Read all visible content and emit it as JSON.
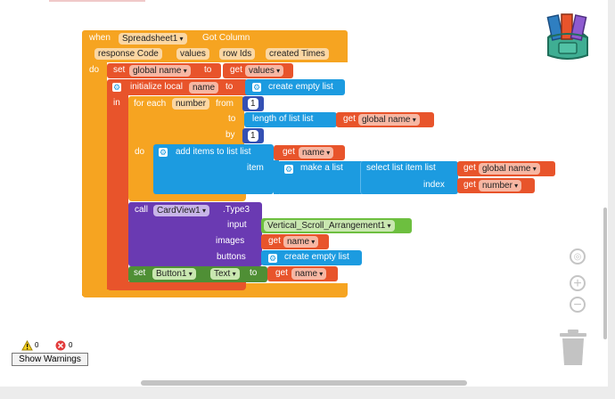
{
  "event": {
    "when": "when",
    "component": "Spreadsheet1",
    "event": "Got Column",
    "params": [
      "response Code",
      "values",
      "row Ids",
      "created Times"
    ],
    "do": "do"
  },
  "set1": {
    "set": "set",
    "var": "global name",
    "to": "to",
    "get": "get",
    "value": "values"
  },
  "local": {
    "init": "initialize local",
    "name": "name",
    "to": "to",
    "create": "create empty list",
    "in": "in"
  },
  "foreach": {
    "label": "for each",
    "var": "number",
    "from": "from",
    "from_val": "1",
    "to": "to",
    "length_label": "length of list  list",
    "get": "get",
    "to_var": "global name",
    "by": "by",
    "by_val": "1",
    "do": "do"
  },
  "additems": {
    "label": "add items to list  list",
    "get": "get",
    "list_var": "name",
    "item": "item",
    "make": "make a list",
    "select": "select list item  list",
    "get2": "get",
    "sel_var": "global name",
    "index": "index",
    "get3": "get",
    "idx_var": "number"
  },
  "call": {
    "call": "call",
    "component": "CardView1",
    "method": ".Type3",
    "input": "input",
    "input_val": "Vertical_Scroll_Arrangement1",
    "images": "images",
    "get": "get",
    "images_var": "name",
    "buttons": "buttons",
    "buttons_val": "create empty list"
  },
  "set2": {
    "set": "set",
    "component": "Button1",
    "prop": "Text",
    "to": "to",
    "get": "get",
    "var": "name"
  },
  "warnings": {
    "warn_count": "0",
    "err_count": "0",
    "button": "Show Warnings"
  },
  "icons": [
    "backpack-icon",
    "target-icon",
    "zoom-in-icon",
    "zoom-out-icon",
    "trash-icon",
    "warning-icon",
    "error-icon"
  ]
}
